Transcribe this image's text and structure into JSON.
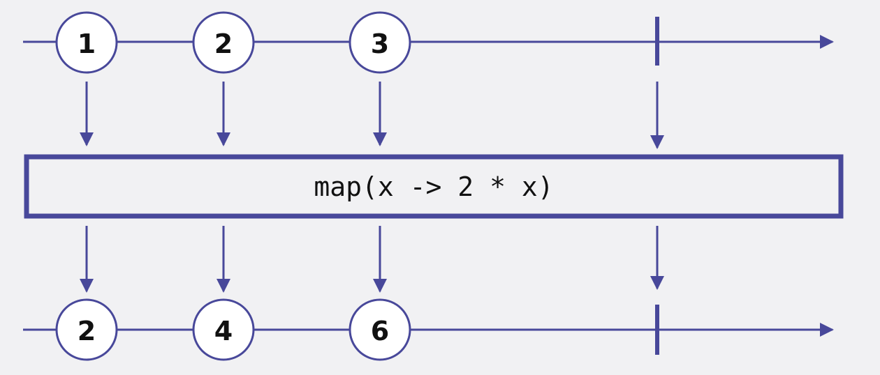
{
  "colors": {
    "stroke": "#48489a",
    "marble_fill": "#ffffff",
    "marble_text": "#111111",
    "operator_text": "#111111",
    "background": "#f1f1f3"
  },
  "input_stream": {
    "marbles": [
      {
        "label": "1"
      },
      {
        "label": "2"
      },
      {
        "label": "3"
      }
    ],
    "completed": true
  },
  "operator": {
    "label": "map(x -> 2 * x)"
  },
  "output_stream": {
    "marbles": [
      {
        "label": "2"
      },
      {
        "label": "4"
      },
      {
        "label": "6"
      }
    ],
    "completed": true
  }
}
